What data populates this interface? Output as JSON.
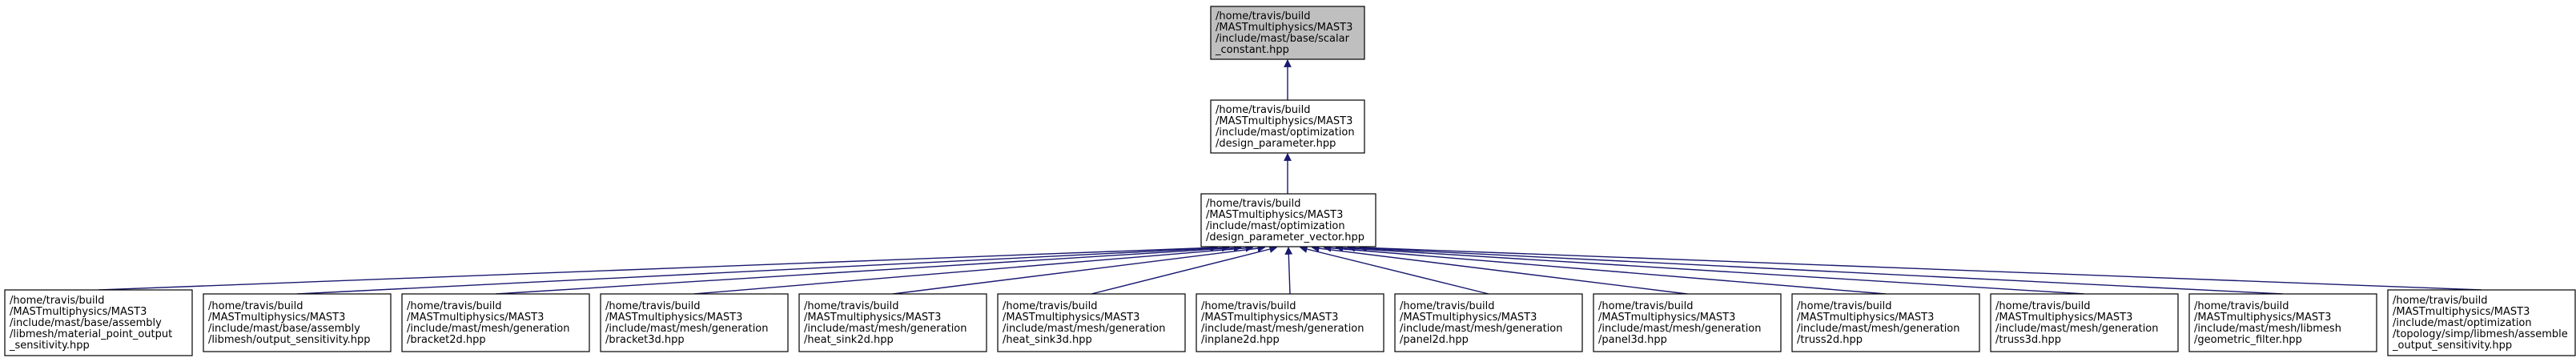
{
  "colors": {
    "root_fill": "#bfbfbf",
    "node_fill": "#ffffff",
    "border": "#000000",
    "edge": "#191970"
  },
  "root": {
    "lines": [
      "/home/travis/build",
      "/MASTmultiphysics/MAST3",
      "/include/mast/base/scalar",
      "_constant.hpp"
    ]
  },
  "level1": {
    "lines": [
      "/home/travis/build",
      "/MASTmultiphysics/MAST3",
      "/include/mast/optimization",
      "/design_parameter.hpp"
    ]
  },
  "level2": {
    "lines": [
      "/home/travis/build",
      "/MASTmultiphysics/MAST3",
      "/include/mast/optimization",
      "/design_parameter_vector.hpp"
    ]
  },
  "leaves": [
    {
      "lines": [
        "/home/travis/build",
        "/MASTmultiphysics/MAST3",
        "/include/mast/base/assembly",
        "/libmesh/material_point_output",
        "_sensitivity.hpp"
      ]
    },
    {
      "lines": [
        "/home/travis/build",
        "/MASTmultiphysics/MAST3",
        "/include/mast/base/assembly",
        "/libmesh/output_sensitivity.hpp"
      ]
    },
    {
      "lines": [
        "/home/travis/build",
        "/MASTmultiphysics/MAST3",
        "/include/mast/mesh/generation",
        "/bracket2d.hpp"
      ]
    },
    {
      "lines": [
        "/home/travis/build",
        "/MASTmultiphysics/MAST3",
        "/include/mast/mesh/generation",
        "/bracket3d.hpp"
      ]
    },
    {
      "lines": [
        "/home/travis/build",
        "/MASTmultiphysics/MAST3",
        "/include/mast/mesh/generation",
        "/heat_sink2d.hpp"
      ]
    },
    {
      "lines": [
        "/home/travis/build",
        "/MASTmultiphysics/MAST3",
        "/include/mast/mesh/generation",
        "/heat_sink3d.hpp"
      ]
    },
    {
      "lines": [
        "/home/travis/build",
        "/MASTmultiphysics/MAST3",
        "/include/mast/mesh/generation",
        "/inplane2d.hpp"
      ]
    },
    {
      "lines": [
        "/home/travis/build",
        "/MASTmultiphysics/MAST3",
        "/include/mast/mesh/generation",
        "/panel2d.hpp"
      ]
    },
    {
      "lines": [
        "/home/travis/build",
        "/MASTmultiphysics/MAST3",
        "/include/mast/mesh/generation",
        "/panel3d.hpp"
      ]
    },
    {
      "lines": [
        "/home/travis/build",
        "/MASTmultiphysics/MAST3",
        "/include/mast/mesh/generation",
        "/truss2d.hpp"
      ]
    },
    {
      "lines": [
        "/home/travis/build",
        "/MASTmultiphysics/MAST3",
        "/include/mast/mesh/generation",
        "/truss3d.hpp"
      ]
    },
    {
      "lines": [
        "/home/travis/build",
        "/MASTmultiphysics/MAST3",
        "/include/mast/mesh/libmesh",
        "/geometric_filter.hpp"
      ]
    },
    {
      "lines": [
        "/home/travis/build",
        "/MASTmultiphysics/MAST3",
        "/include/mast/optimization",
        "/topology/simp/libmesh/assemble",
        "_output_sensitivity.hpp"
      ]
    }
  ]
}
